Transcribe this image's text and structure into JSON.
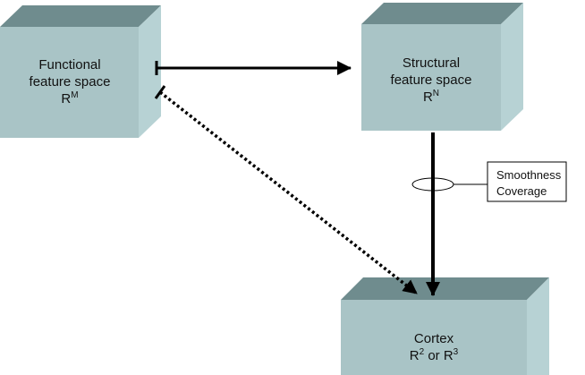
{
  "nodes": {
    "functional": {
      "line1": "Functional",
      "line2": "feature space",
      "base": "R",
      "sup": "M"
    },
    "structural": {
      "line1": "Structural",
      "line2": "feature space",
      "base": "R",
      "sup": "N"
    },
    "cortex": {
      "line1": "Cortex",
      "base1": "R",
      "sup1": "2",
      "mid": " or R",
      "sup2": "3"
    }
  },
  "callout": {
    "line1": "Smoothness",
    "line2": "Coverage"
  },
  "colors": {
    "box_front": "#a9c4c6",
    "box_top": "#6f8c8e",
    "box_side": "#b7d2d4",
    "arrow": "#000000"
  }
}
